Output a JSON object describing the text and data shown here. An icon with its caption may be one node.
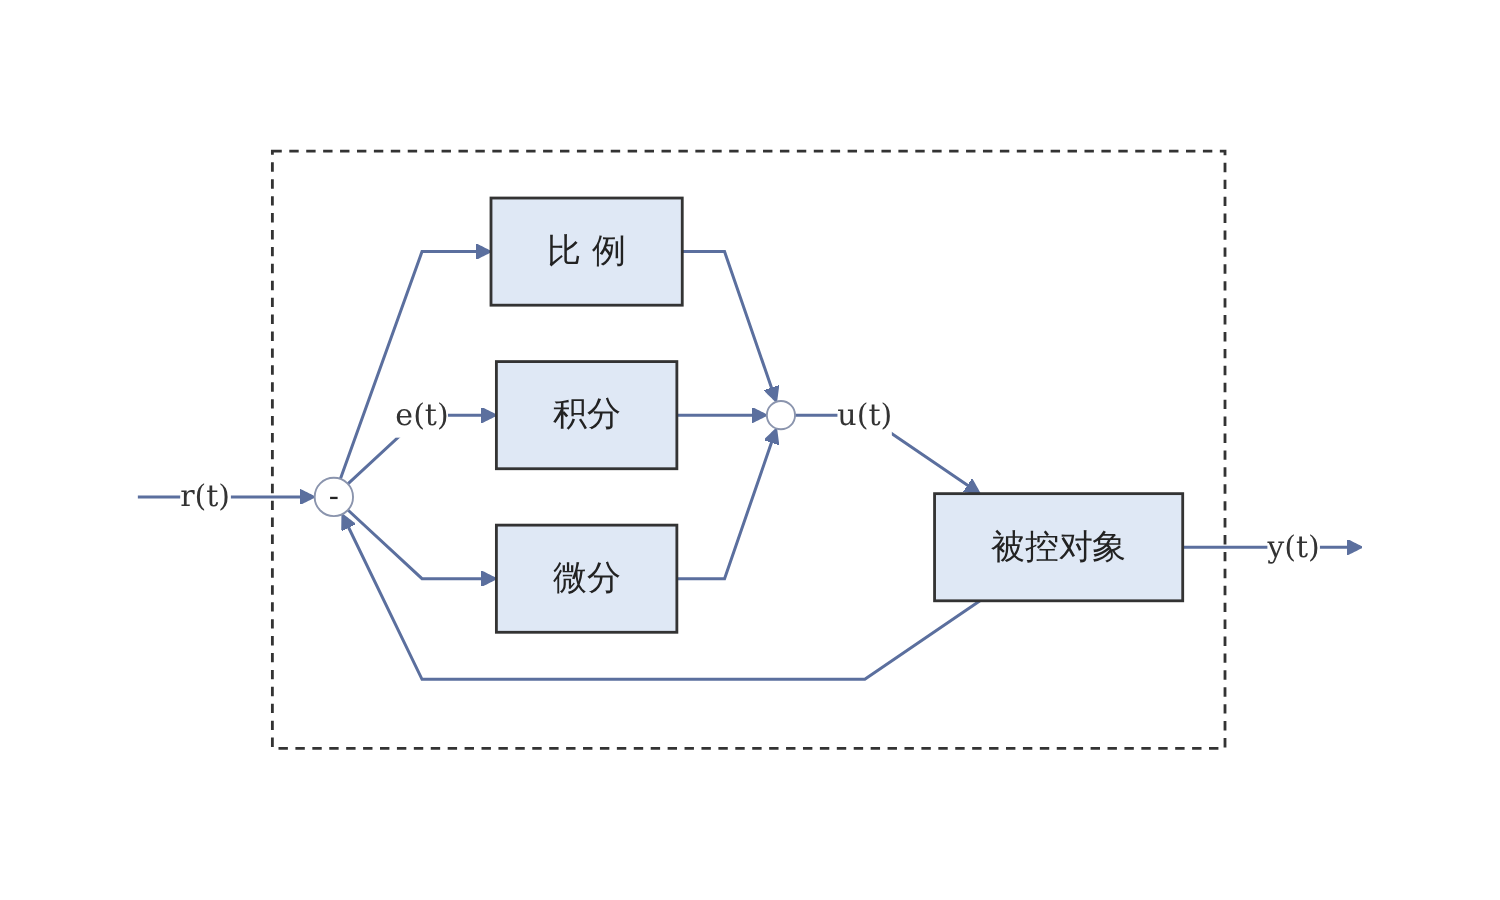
{
  "diagram": {
    "nodes": [
      {
        "text": [],
        "shape": "box"
      },
      {
        "text": [
          "-"
        ],
        "in": 0
      },
      {
        "text": [
          "比 例"
        ],
        "in": 0
      },
      {
        "text": [
          "积分"
        ],
        "in": 0
      },
      {
        "text": [
          "微分"
        ],
        "in": 0
      },
      {
        "text": [],
        "shape": "circle",
        "in": 0
      },
      {
        "text": [
          "被控对象"
        ],
        "in": 0
      }
    ],
    "edges": [
      {
        "from": null,
        "to": 1,
        "arrow": "to",
        "label": "r(t)"
      },
      {
        "from": 1,
        "to": 2,
        "arrow": "to"
      },
      {
        "from": 1,
        "to": 3,
        "arrow": "to",
        "label": "e(t)"
      },
      {
        "from": 1,
        "to": 4,
        "arrow": "to"
      },
      {
        "from": 2,
        "to": 5,
        "arrow": "to"
      },
      {
        "from": 3,
        "to": 5,
        "arrow": "to"
      },
      {
        "from": 4,
        "to": 5,
        "arrow": "to"
      },
      {
        "from": 5,
        "to": 6,
        "arrow": "to",
        "label": "u(t)"
      },
      {
        "from": 6,
        "to": null,
        "arrow": "to",
        "label": "y(t)"
      },
      {
        "from": 6,
        "to": 1,
        "arrow": "to"
      }
    ]
  }
}
